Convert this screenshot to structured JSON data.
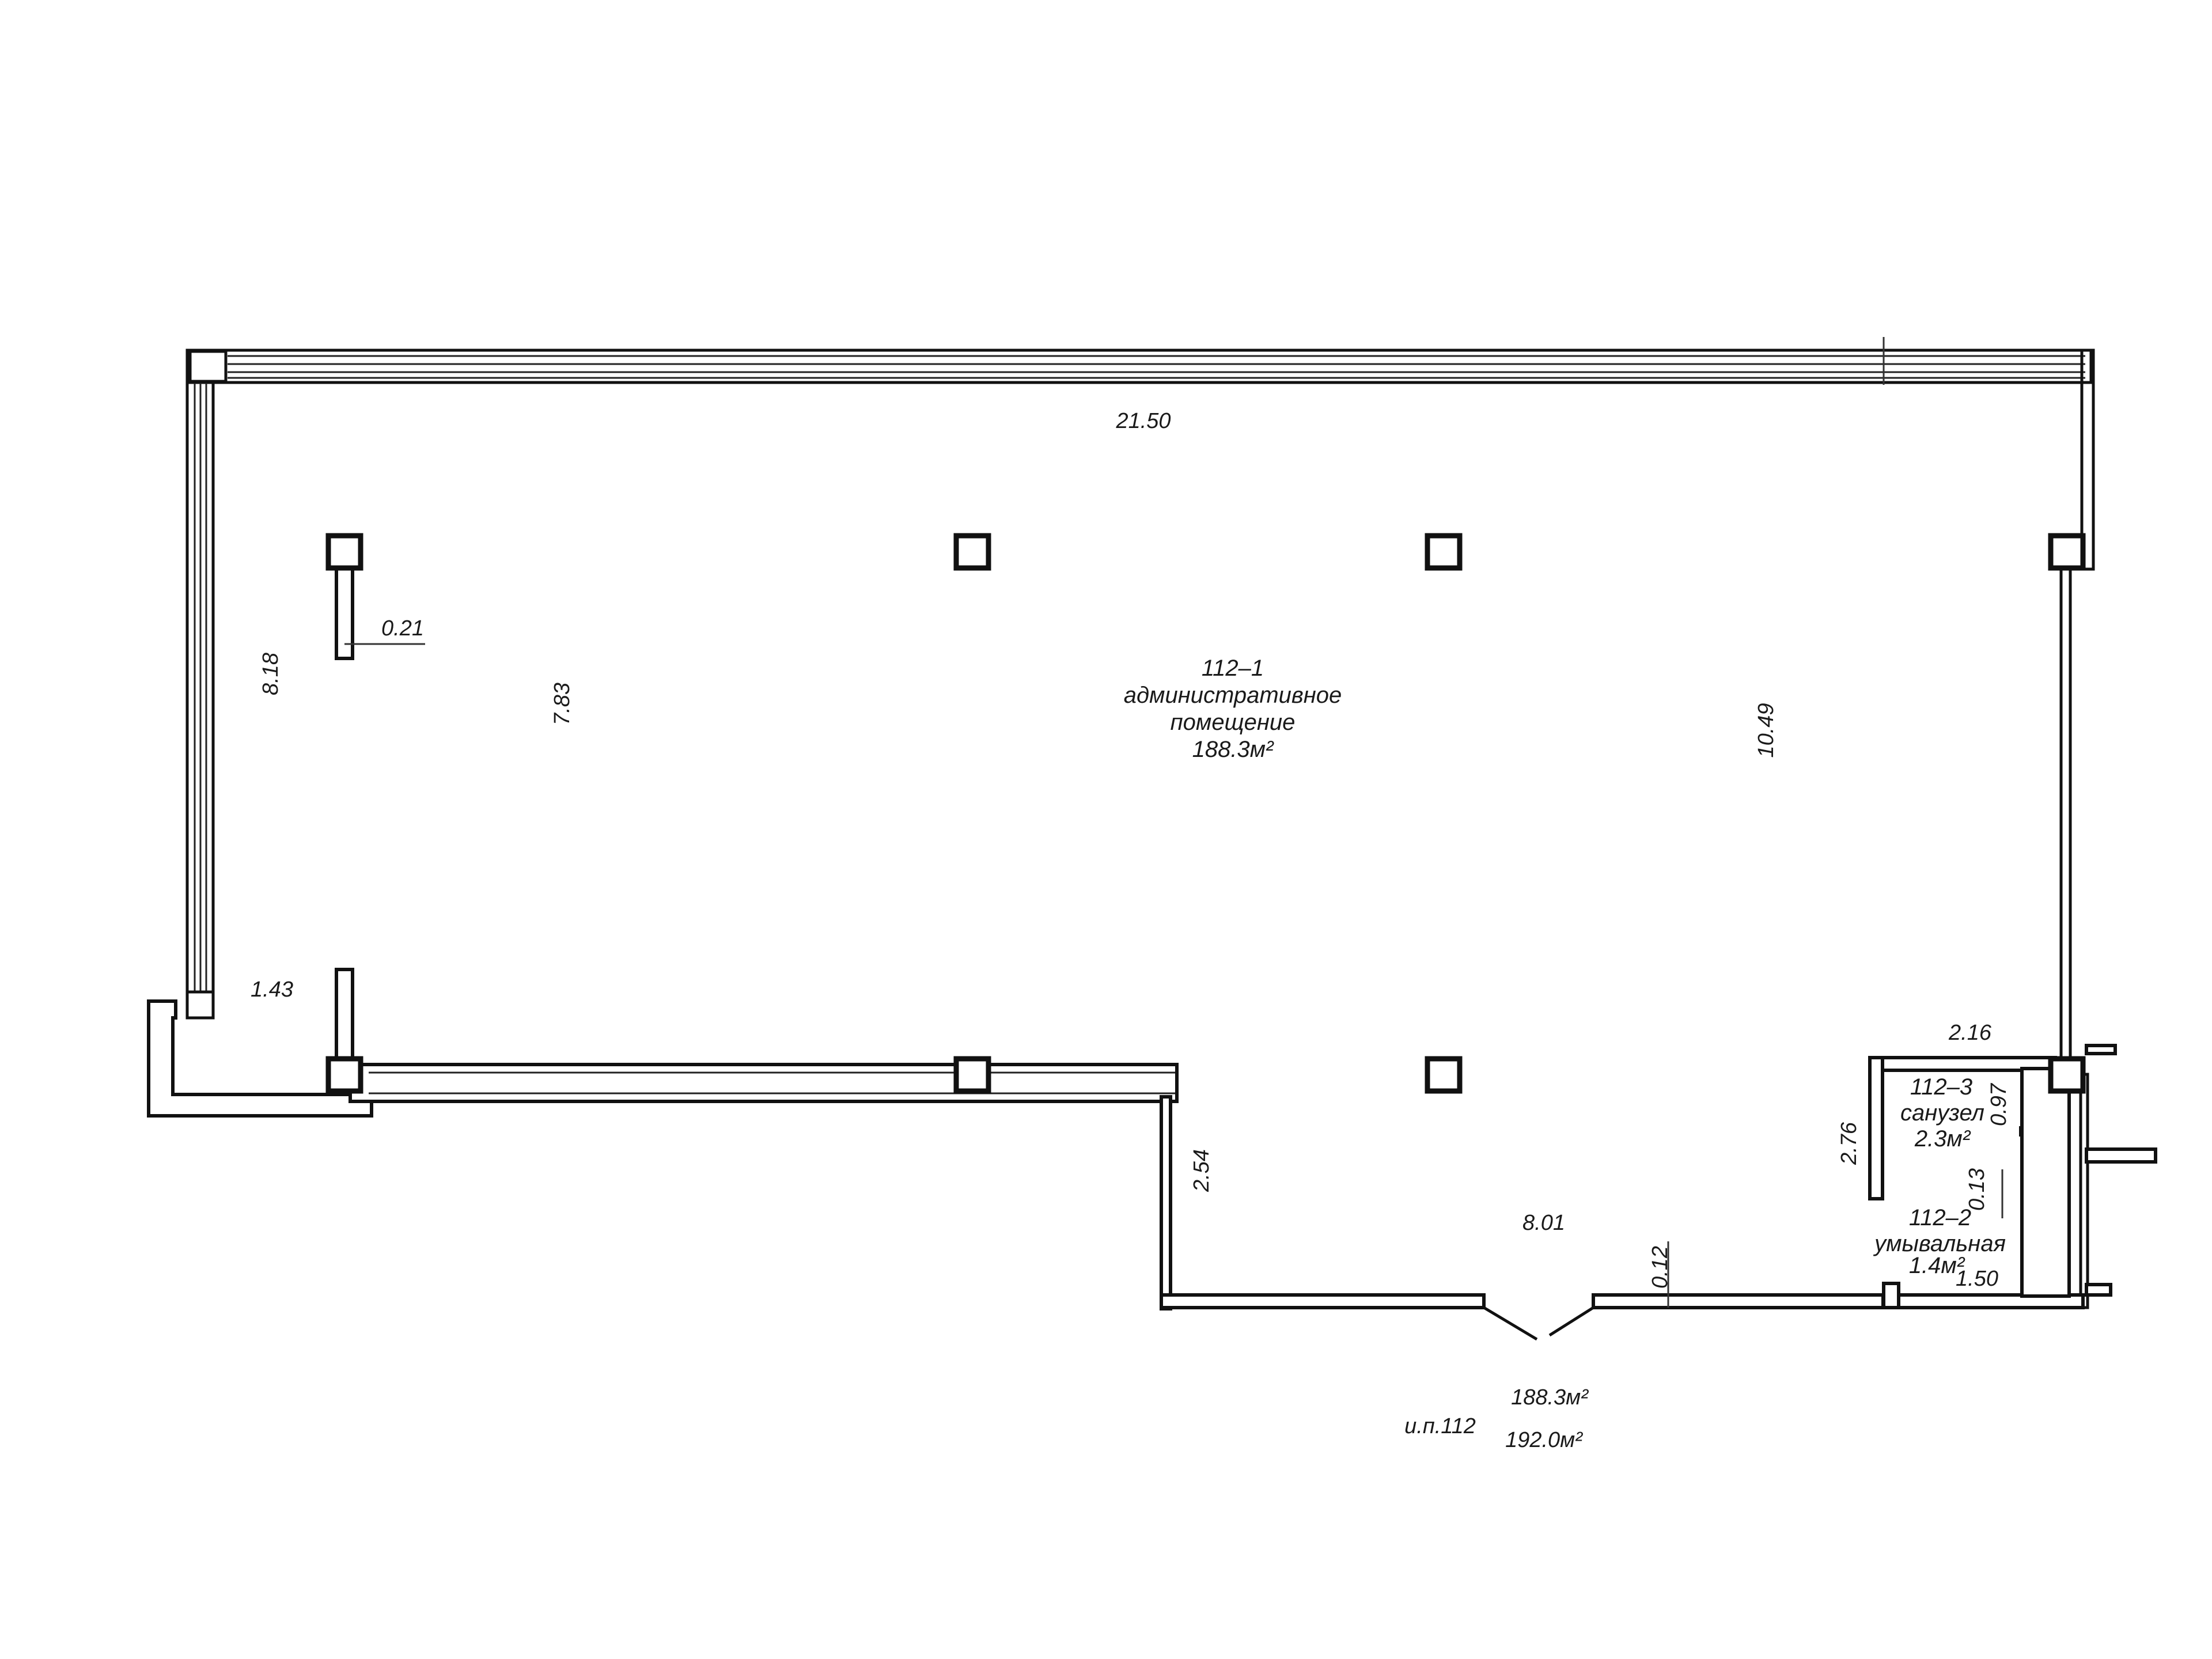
{
  "rooms": {
    "main": {
      "number": "112–1",
      "name_line1": "административное",
      "name_line2": "помещение",
      "area": "188.3м²"
    },
    "toilet": {
      "number": "112–3",
      "name": "санузел",
      "area": "2.3м²"
    },
    "washroom": {
      "number": "112–2",
      "name": "умывальная",
      "area": "1.4м²"
    }
  },
  "dimensions": {
    "top_width": "21.50",
    "pillar_offset": "0.21",
    "left_height": "8.18",
    "inner_height": "7.83",
    "right_height": "10.49",
    "corner": "1.43",
    "lower_left_height": "2.54",
    "bottom_width": "8.01",
    "wall_thickness": "0.12",
    "toilet_width": "2.16",
    "toilet_height": "2.76",
    "toilet_depth": "0.97",
    "partition": "0.13",
    "washroom_width": "1.50"
  },
  "totals": {
    "unit_label": "и.п.112",
    "area_main": "188.3м²",
    "area_total": "192.0м²"
  }
}
